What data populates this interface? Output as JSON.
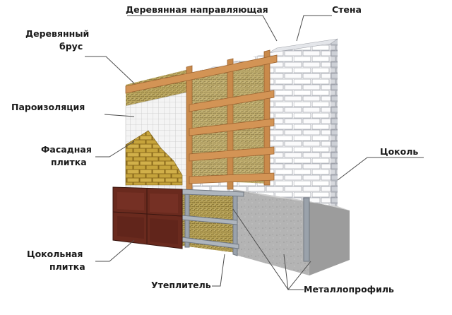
{
  "labels": {
    "wooden_guide": "Деревянная направляющая",
    "wall": "Стена",
    "wooden_beam_line1": "Деревянный",
    "wooden_beam_line2": "брус",
    "vapor_barrier": "Пароизоляция",
    "facade_tile_line1": "Фасадная",
    "facade_tile_line2": "плитка",
    "plinth": "Цоколь",
    "plinth_tile_line1": "Цокольная",
    "plinth_tile_line2": "плитка",
    "insulation": "Утеплитель",
    "metal_profile": "Металлопрофиль"
  },
  "colors": {
    "wood": "#c98a4b",
    "wood_dark": "#9b6330",
    "brick_face": "#f2f2f4",
    "brick_side": "#b9bcc4",
    "insulation": "#b9a35a",
    "plinth_tile": "#6a2a1e",
    "concrete": "#b3b3b3",
    "facade_tile": "#c8a742",
    "leader_line": "#4d4d4d"
  }
}
